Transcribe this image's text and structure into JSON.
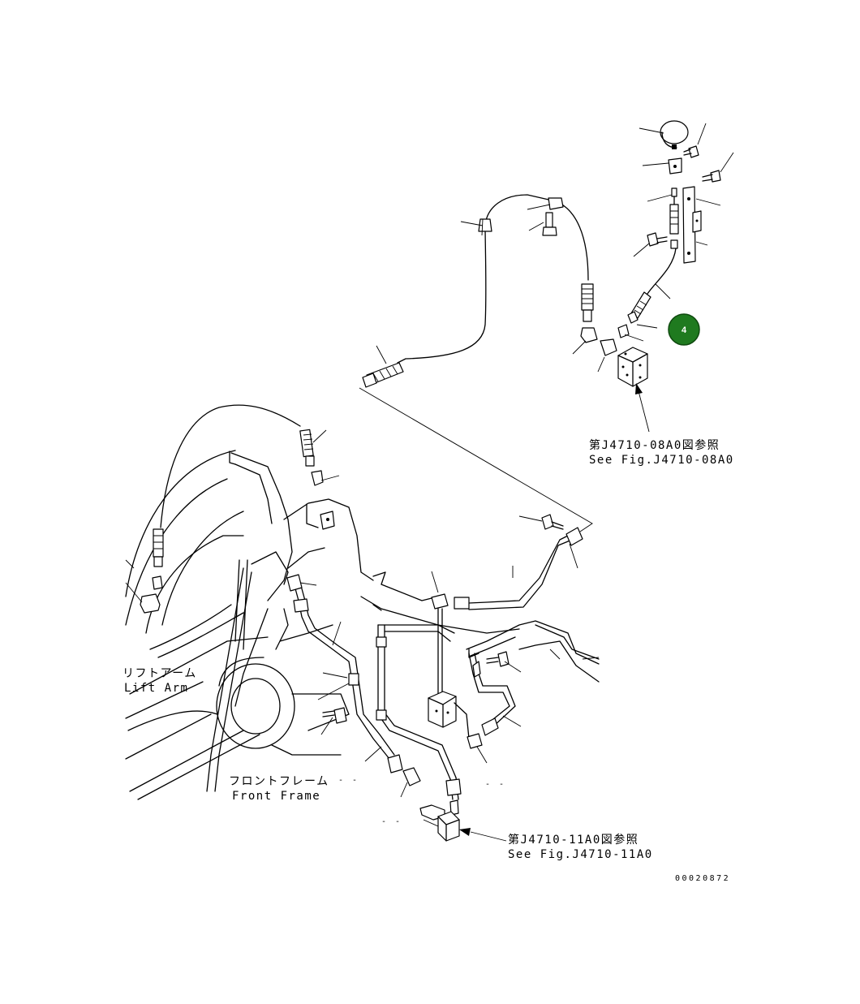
{
  "references": {
    "upper": {
      "jp": "第J4710-08A0図参照",
      "en": "See Fig.J4710-08A0"
    },
    "lower": {
      "jp": "第J4710-11A0図参照",
      "en": "See Fig.J4710-11A0"
    }
  },
  "labels": {
    "lift_arm": {
      "jp": "リフトアーム",
      "en": "Lift Arm"
    },
    "front_frame": {
      "jp": "フロントフレーム",
      "en": "Front Frame"
    }
  },
  "callouts": [
    {
      "number": "4",
      "color": "#1f7a1f"
    }
  ],
  "drawing_number": "00020872",
  "dash_marks": [
    "- -",
    "- -",
    "- -"
  ]
}
